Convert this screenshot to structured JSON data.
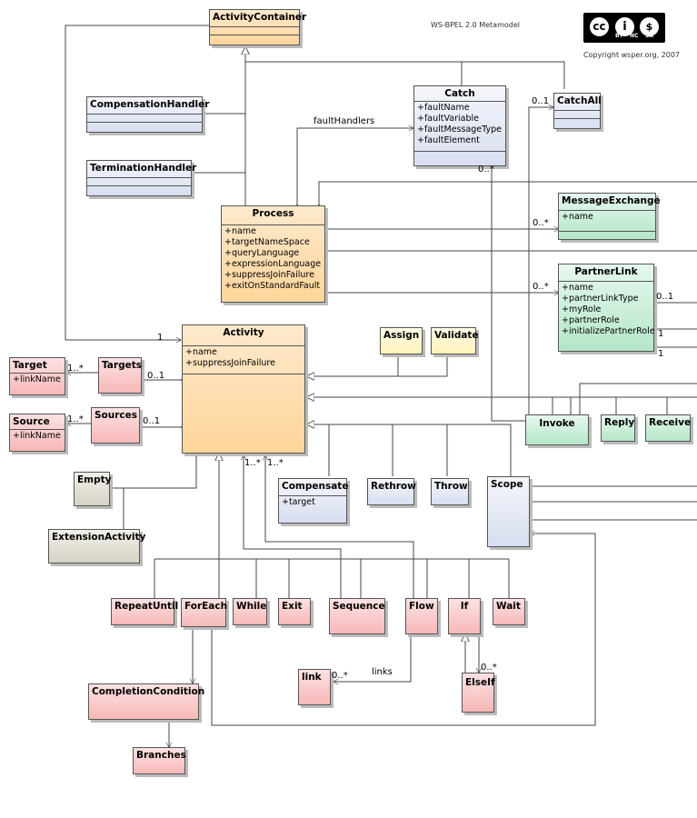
{
  "header": {
    "title": "WS-BPEL 2.0 Metamodel",
    "copyright": "Copyright wsper.org, 2007",
    "license": {
      "cc": "cc",
      "by": "BY",
      "nc": "NC",
      "sa": "SA"
    }
  },
  "classes": {
    "activity_container": {
      "name": "ActivityContainer"
    },
    "compensation_handler": {
      "name": "CompensationHandler"
    },
    "termination_handler": {
      "name": "TerminationHandler"
    },
    "catch": {
      "name": "Catch",
      "attrs": [
        "+faultName",
        "+faultVariable",
        "+faultMessageType",
        "+faultElement"
      ]
    },
    "catch_all": {
      "name": "CatchAll"
    },
    "process": {
      "name": "Process",
      "attrs": [
        "+name",
        "+targetNameSpace",
        "+queryLanguage",
        "+expressionLanguage",
        "+suppressJoinFailure",
        "+exitOnStandardFault"
      ]
    },
    "message_exchange": {
      "name": "MessageExchange",
      "attrs": [
        "+name"
      ]
    },
    "partner_link": {
      "name": "PartnerLink",
      "attrs": [
        "+name",
        "+partnerLinkType",
        "+myRole",
        "+partnerRole",
        "+initializePartnerRole"
      ]
    },
    "activity": {
      "name": "Activity",
      "attrs": [
        "+name",
        "+suppressJoinFailure"
      ]
    },
    "assign": {
      "name": "Assign"
    },
    "validate": {
      "name": "Validate"
    },
    "target": {
      "name": "Target",
      "attrs": [
        "+linkName"
      ]
    },
    "targets": {
      "name": "Targets"
    },
    "source": {
      "name": "Source",
      "attrs": [
        "+linkName"
      ]
    },
    "sources": {
      "name": "Sources"
    },
    "invoke": {
      "name": "Invoke"
    },
    "reply": {
      "name": "Reply"
    },
    "receive": {
      "name": "Receive"
    },
    "empty": {
      "name": "Empty"
    },
    "extension_activity": {
      "name": "ExtensionActivity"
    },
    "compensate": {
      "name": "Compensate",
      "attrs": [
        "+target"
      ]
    },
    "rethrow": {
      "name": "Rethrow"
    },
    "throw": {
      "name": "Throw"
    },
    "scope": {
      "name": "Scope"
    },
    "repeat_until": {
      "name": "RepeatUntil"
    },
    "for_each": {
      "name": "ForEach"
    },
    "while": {
      "name": "While"
    },
    "exit": {
      "name": "Exit"
    },
    "sequence": {
      "name": "Sequence"
    },
    "flow": {
      "name": "Flow"
    },
    "if": {
      "name": "If"
    },
    "wait": {
      "name": "Wait"
    },
    "link": {
      "name": "link"
    },
    "else_if": {
      "name": "ElseIf"
    },
    "completion_condition": {
      "name": "CompletionCondition"
    },
    "branches": {
      "name": "Branches"
    }
  },
  "labels": {
    "fault_handlers": "faultHandlers",
    "links": "links",
    "m_catchall": "0..1",
    "m_catch": "0..*",
    "m_msgex": "0..*",
    "m_plink": "0..*",
    "m_plink_r1": "0..1",
    "m_plink_r2": "1",
    "m_plink_r3": "1",
    "m_activity": "1",
    "m_targets_1": "1..*",
    "m_targets_2": "0..1",
    "m_sources_1": "1..*",
    "m_sources_2": "0..1",
    "m_act_a": "1..*",
    "m_act_b": "1..*",
    "m_link": "0..*",
    "m_elseif": "0..*"
  },
  "colors": {
    "orange": "#ffd59a",
    "blue": "#d8def0",
    "green": "#b4e6c8",
    "pink": "#f7b8b8",
    "yellow": "#fff3b8",
    "gray": "#d6d2c6"
  }
}
